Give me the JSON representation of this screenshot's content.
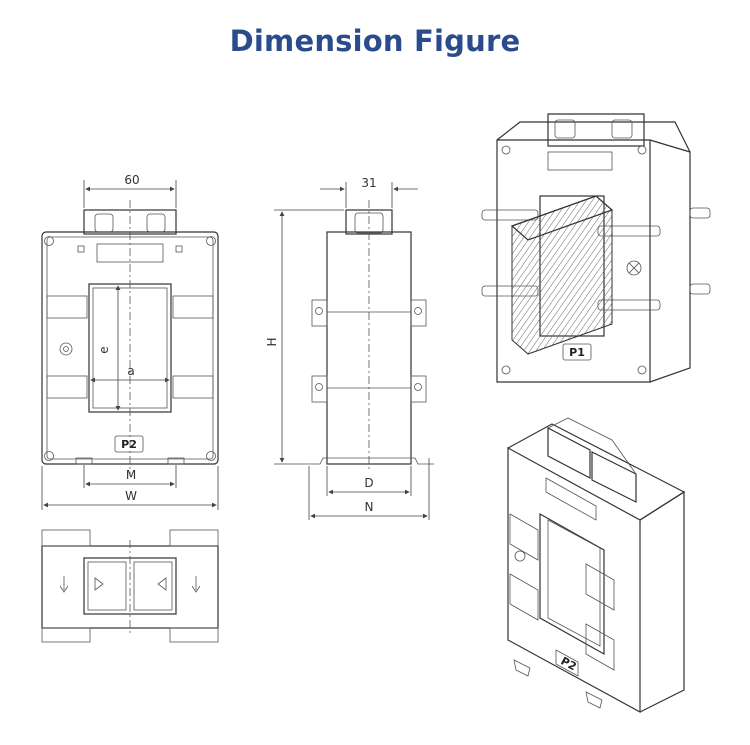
{
  "title": "Dimension Figure",
  "labels": {
    "width_60": "60",
    "depth_31": "31",
    "H": "H",
    "e": "e",
    "a": "a",
    "M": "M",
    "W": "W",
    "D": "D",
    "N": "N",
    "plate_p2_front": "P2",
    "plate_p1": "P1",
    "plate_p2_iso": "P2"
  }
}
